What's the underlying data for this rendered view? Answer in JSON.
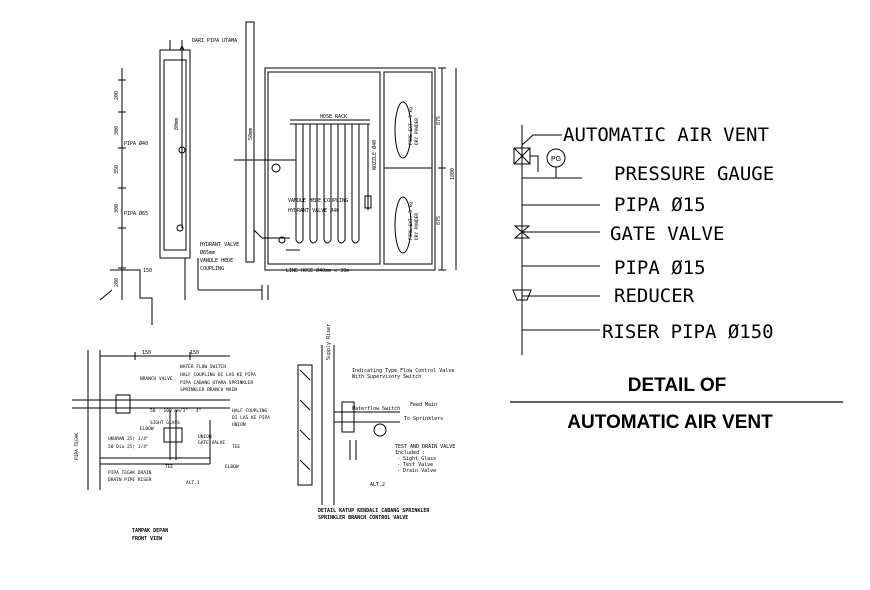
{
  "detail": {
    "title_line1": "DETAIL OF",
    "title_line2": "AUTOMATIC AIR VENT",
    "labels": {
      "air_vent": "AUTOMATIC AIR VENT",
      "pg_symbol": "PG",
      "pressure_gauge": "PRESSURE GAUGE",
      "pipa_upper": "PIPA Ø15",
      "gate_valve": "GATE VALVE",
      "pipa_lower": "PIPA Ø15",
      "reducer": "REDUCER",
      "riser": "RISER PIPA Ø150"
    }
  },
  "hydrant": {
    "dari_pipa_utama": "DARI PIPA UTAMA",
    "hose_rack": "HOSE RACK",
    "pipa_40": "PIPA Ø40",
    "pipa_65": "PIPA Ø65",
    "pipe_50mm": "50mm",
    "pipe_80mm": "80mm",
    "nozzle": "NOZZLE Ø40",
    "vandle_coupling": "VANDLE HEDE COUPLING",
    "hydrant_valve_40": "HYDRANT VALVE Ø40",
    "hydrant_valve": "HYDRANT VALVE",
    "size_65": "Ø65mm",
    "vandle_hede": "VANDLE HEDE",
    "coupling": "COUPLING",
    "line_hose": "LINE HOSE Ø40mm x 30m",
    "fire_ext_upper": "FIRE EXT. 3 kg",
    "dry_powder_upper": "DRY POWDER",
    "fire_ext_lower": "FIRE EXT. 3 kg",
    "dry_powder_lower": "DRY POWDER",
    "dim_left": [
      "200",
      "300",
      "350",
      "300",
      "200"
    ],
    "dim_150": "150",
    "dim_right": [
      "875",
      "875",
      "1800"
    ]
  },
  "sprinkler_front": {
    "dim_top": [
      "150",
      "150"
    ],
    "water_flow_switch": "WATER FLOW SWITCH",
    "half_coupling_top": "HALF COUPLING DI LAS KE PIPA",
    "pipa_cabang": "PIPA CABANG UTAMA SPRINKLER",
    "sprinkler_branch": "SPRINKLER BRANCH MAIN",
    "branch_valve": "BRANCH VALVE",
    "dim_note": "50 - 100 mm/3\" - 4\"",
    "sight_glass": "SIGHT GLASS",
    "elbow": "ELBOW",
    "half_coupling_2": "HALF COUPLING",
    "di_las": "DI LAS KE PIPA",
    "union_top": "UNION",
    "ukuran": "UKURAN 25) 1/4\"",
    "size_note": "50 Dia 25) 1/4\"",
    "union": "UNION",
    "gate_valve": "GATE VALVE",
    "tee_top": "TEE",
    "tee": "TEE",
    "pipa_tegak": "PIPA TEGAK",
    "pipa_tegak_drain": "PIPA TEGAK DRAIN",
    "drain_pipe": "DRAIN PIPE RISER",
    "elbow_bottom": "ELBOW",
    "alt1": "ALT.1",
    "caption1": "TAMPAK DEPAN",
    "caption2": "FRONT VIEW"
  },
  "sprinkler_valve": {
    "supply_riser": "Supply Riser",
    "indicating": "Indicating Type Flow Control Valve",
    "supervisory": "With Supervisory Switch",
    "feed_main": "Feed Main",
    "waterflow": "Waterflow Switch",
    "to_sprinklers": "To Sprinklers",
    "test_drain": "TEST AND DRAIN VALVE",
    "included": "Included :",
    "inc_items": [
      "- Sight Glass",
      "- Test Valve",
      "- Drain Valve"
    ],
    "alt2": "ALT.2",
    "caption1": "DETAIL KATUP KENDALI CABANG SPRINKLER",
    "caption2": "SPRINKLER BRANCH CONTROL VALVE"
  }
}
